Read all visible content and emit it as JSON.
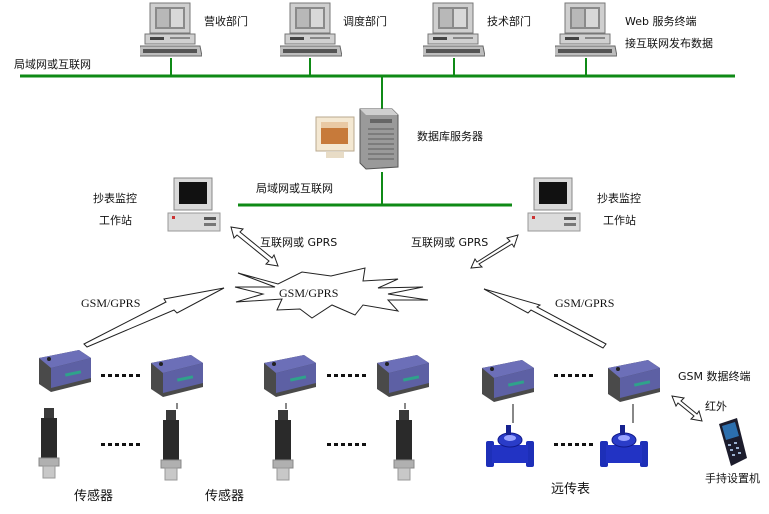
{
  "diagram": {
    "colors": {
      "network_line": "#0f8a16",
      "device_blue": "#6c6fb8",
      "meter_blue": "#1d2fb8",
      "sensor_dark": "#2a2a2a"
    },
    "top_network": {
      "label": "局域网或互联网",
      "clients": [
        {
          "icon": "desktop-computer-icon",
          "label": "营收部门"
        },
        {
          "icon": "desktop-computer-icon",
          "label": "调度部门"
        },
        {
          "icon": "desktop-computer-icon",
          "label": "技术部门"
        },
        {
          "icon": "desktop-computer-icon",
          "label_lines": [
            "Web 服务终端",
            "接互联网发布数据"
          ]
        }
      ]
    },
    "database_server": {
      "icon": "database-server-icon",
      "label": "数据库服务器"
    },
    "middle_network": {
      "label": "局域网或互联网"
    },
    "workstations": [
      {
        "icon": "workstation-computer-icon",
        "label_lines": [
          "抄表监控",
          "工作站"
        ],
        "link_label": "互联网或 GPRS"
      },
      {
        "icon": "workstation-computer-icon",
        "label_lines": [
          "抄表监控",
          "工作站"
        ],
        "link_label": "互联网或 GPRS"
      }
    ],
    "cloud": {
      "icon": "wireless-cloud-icon",
      "label": "GSM/GPRS"
    },
    "uplinks": [
      {
        "label": "GSM/GPRS",
        "side": "left"
      },
      {
        "label": "GSM/GPRS",
        "side": "right"
      }
    ],
    "groups": [
      {
        "type": "sensor",
        "label": "传感器",
        "terminals": 2,
        "ellipsis": "......"
      },
      {
        "type": "sensor",
        "label": "传感器",
        "terminals": 2,
        "ellipsis": "......"
      },
      {
        "type": "water-meter",
        "label": "远传表",
        "terminals": 2,
        "ellipsis": "......"
      }
    ],
    "gsm_terminal_label": "GSM 数据终端",
    "infrared": {
      "label": "红外"
    },
    "handheld": {
      "icon": "handheld-setter-icon",
      "label": "手持设置机"
    }
  }
}
